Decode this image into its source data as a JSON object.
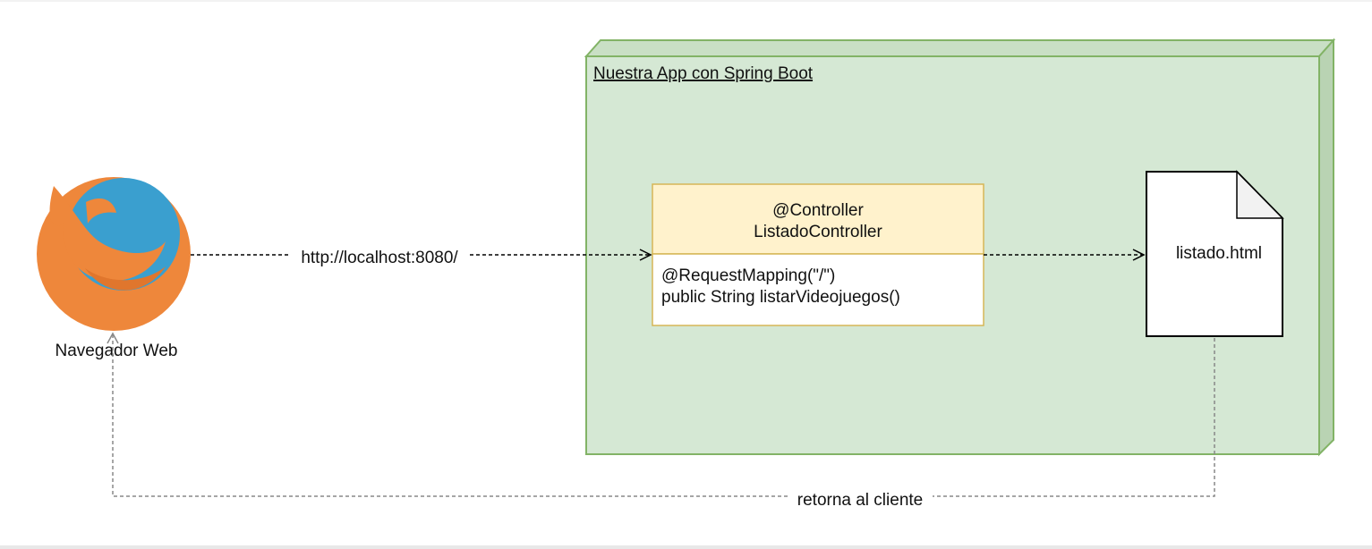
{
  "node": {
    "label": "Nuestra App con Spring Boot",
    "fill": "#d5e8d4",
    "stroke": "#82b366"
  },
  "browser": {
    "label": "Navegador Web",
    "icon": "firefox-icon",
    "colors": {
      "globe": "#3a9fcf",
      "fox": "#ee873b"
    }
  },
  "controller": {
    "header_line1": "@Controller",
    "header_line2": "ListadoController",
    "body_line1": "@RequestMapping(\"/\")",
    "body_line2": "public String listarVideojuegos()",
    "header_fill": "#fff2cc",
    "stroke": "#d6b656"
  },
  "document": {
    "label": "listado.html",
    "icon": "document-icon"
  },
  "edges": {
    "request_label": "http://localhost:8080/",
    "response_label": "retorna al cliente"
  }
}
